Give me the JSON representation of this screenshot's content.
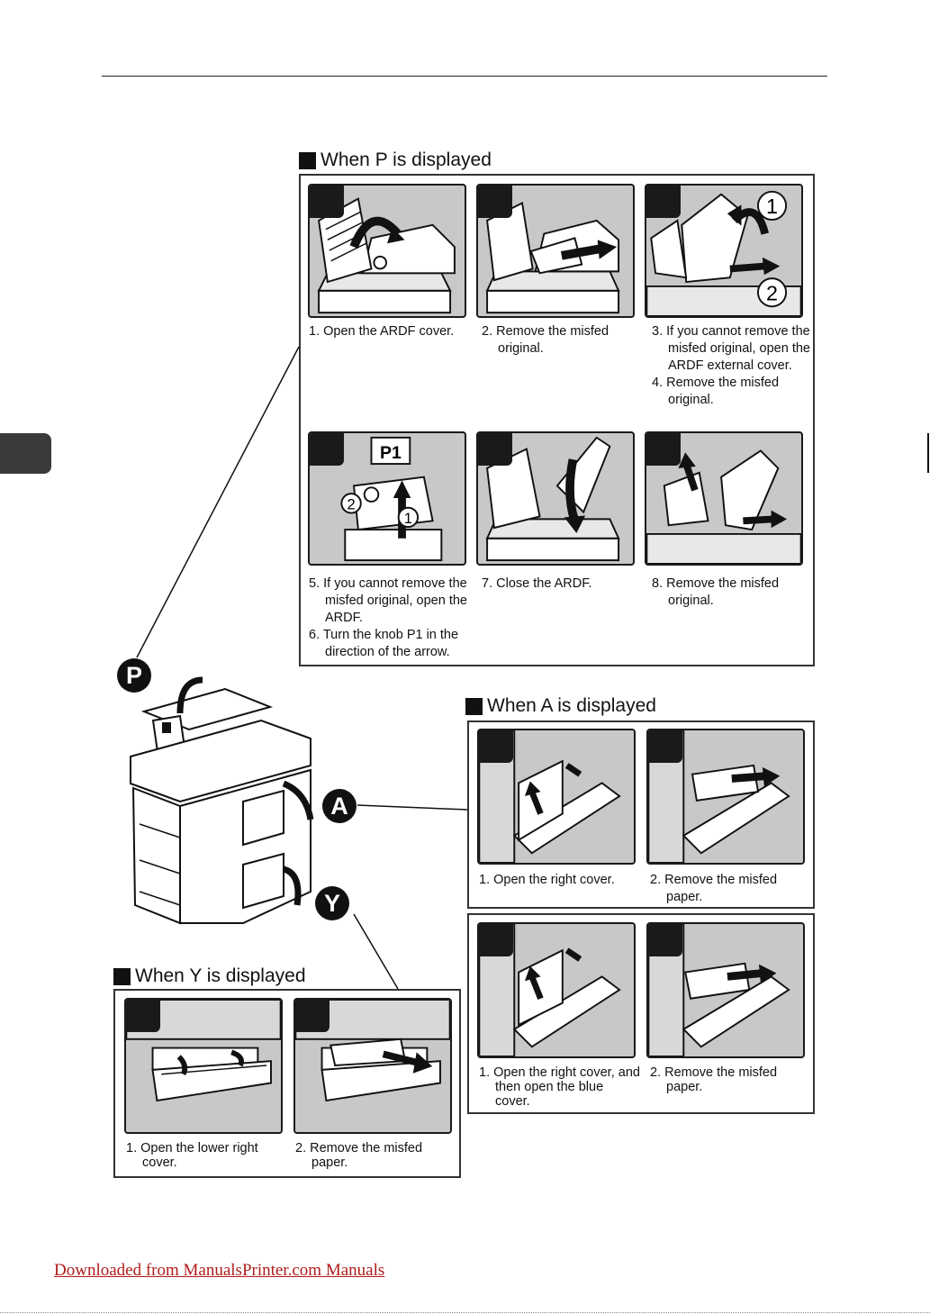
{
  "sections": {
    "p": {
      "title": "When P is displayed",
      "captions": [
        [
          "1. Open the ARDF cover."
        ],
        [
          "2. Remove the misfed original."
        ],
        [
          "3. If you cannot remove the misfed original, open the ARDF external cover.",
          "4. Remove the misfed original."
        ],
        [
          "5. If you cannot remove the misfed original, open the ARDF.",
          "6. Turn the knob P1 in the direction of the arrow."
        ],
        [
          "7. Close the ARDF."
        ],
        [
          "8. Remove the misfed original."
        ]
      ],
      "labels": {
        "knob": "P1",
        "circled_1": "1",
        "circled_2": "2"
      }
    },
    "a": {
      "title": "When A is displayed",
      "captions_top": [
        [
          "1. Open the right cover."
        ],
        [
          "2. Remove the misfed paper."
        ]
      ],
      "captions_bottom": [
        [
          "1. Open the right cover, and then open the blue cover."
        ],
        [
          "2. Remove the misfed paper."
        ]
      ]
    },
    "y": {
      "title": "When Y is displayed",
      "captions": [
        [
          "1. Open the lower right cover."
        ],
        [
          "2. Remove the misfed paper."
        ]
      ]
    }
  },
  "badges": {
    "p": "P",
    "a": "A",
    "y": "Y"
  },
  "footer": {
    "link_text": "Downloaded from ManualsPrinter.com Manuals"
  }
}
